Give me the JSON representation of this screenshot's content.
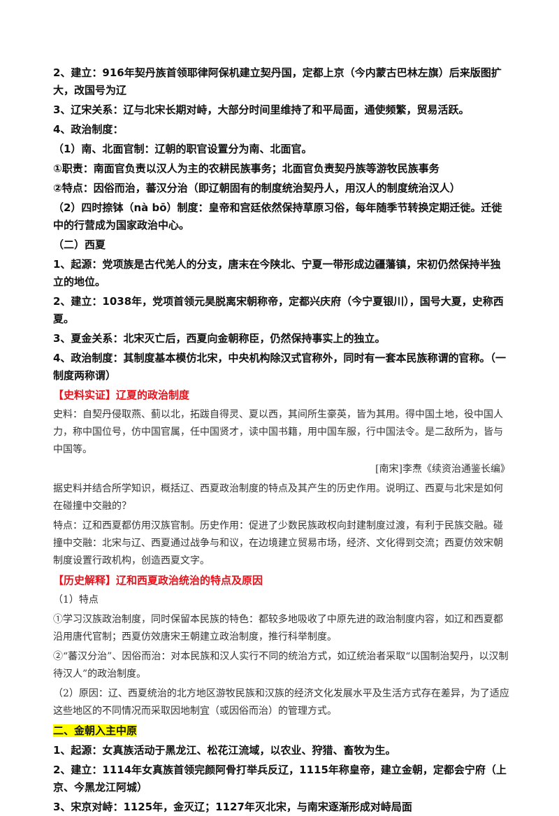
{
  "liao": {
    "l1": "2、建立：916年契丹族首领耶律阿保机建立契丹国，定都上京（今内蒙古巴林左旗）后来版图扩大，改国号为辽",
    "l2": "3、辽宋关系：辽与北宋长期对峙，大部分时间里维持了和平局面，通使频繁，贸易活跃。",
    "l3": "4、政治制度：",
    "l4": "（1）南、北面官制：辽朝的职官设置分为南、北面官。",
    "l5": "①职责：南面官负责以汉人为主的农耕民族事务；北面官负责契丹族等游牧民族事务",
    "l6": "②特点：因俗而治，蕃汉分治（即辽朝固有的制度统治契丹人，用汉人的制度统治汉人）",
    "l7": "（2）四时捺钵（nà bō）制度：皇帝和宫廷依然保持草原习俗，每年随季节转换定期迁徙。迁徙中的行营成为国家政治中心。"
  },
  "xixia": {
    "heading": "（二）西夏",
    "l1": "1、起源：党项族是古代羌人的分支，唐末在今陕北、宁夏一带形成边疆藩镇，宋初仍然保持半独立的地位。",
    "l2": "2、建立：1038年，党项首领元昊脱离宋朝称帝，定都兴庆府（今宁夏银川），国号大夏，史称西夏。",
    "l3": "3、夏金关系：北宋灭亡后，西夏向金朝称臣，仍然保持事实上的独立。",
    "l4": "4、政治制度：其制度基本模仿北宋，中央机构除汉式官称外，同时有一套本民族称谓的官称。（一制度两称谓）"
  },
  "evidence": {
    "tag": "【史料实证】辽夏的政治制度",
    "source": "史料：自契丹侵取燕、蓟以北，拓跋自得灵、夏以西，其间所生豪英，皆为其用。得中国土地，役中国人力，称中国位号，仿中国官属，任中国贤才，读中国书籍，用中国车服，行中国法令。是二敌所为，皆与中国等。",
    "citation": "[南宋]李焘《续资治通鉴长编》",
    "question": "据史料并结合所学知识，概括辽、西夏政治制度的特点及其产生的历史作用。说明辽、西夏与北宋是如何在碰撞中交融的？",
    "answer": "特点：辽和西夏都仿用汉族官制。历史作用：促进了少数民族政权向封建制度过渡，有利于民族交融。碰撞中交融：北宋与辽、西夏通过战争与和议，在边境建立贸易市场，经济、文化得到交流；西夏仿效宋朝制度设置行政机构，创造西夏文字。"
  },
  "explanation": {
    "tag": "【历史解释】辽和西夏政治统治的特点及原因",
    "l1": "（1）特点",
    "l2": "①学习汉族政治制度，同时保留本民族的特色：都较多地吸收了中原先进的政治制度内容，如辽和西夏都沿用唐代官制；西夏仿效唐宋王朝建立政治制度，推行科举制度。",
    "l3": "②“蕃汉分治”、因俗而治：对本民族和汉人实行不同的统治方式，如辽统治者采取“以国制治契丹，以汉制待汉人”的政治制度。",
    "l4": "（2）原因：辽、西夏统治的北方地区游牧民族和汉族的经济文化发展水平及生活方式存在差异，为了适应这些地区的不同情况而采取因地制宜（或因俗而治）的管理方式。"
  },
  "jin": {
    "heading": "二、金朝入主中原",
    "l1": "1、起源：女真族活动于黑龙江、松花江流域，以农业、狩猎、畜牧为生。",
    "l2": "2、建立：1114年女真族首领完颜阿骨打举兵反辽，1115年称皇帝，建立金朝，定都会宁府（上京、今黑龙江阿城）",
    "l3": "3、宋京对峙：1125年，金灭辽；1127年灭北宋，与南宋逐渐形成对峙局面"
  }
}
